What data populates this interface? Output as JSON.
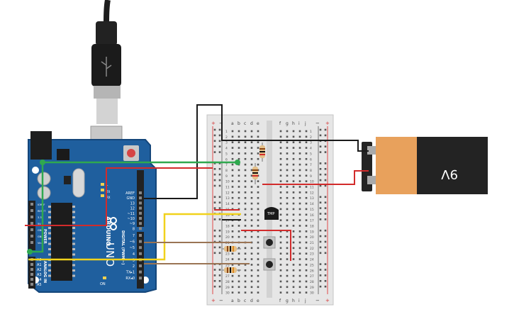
{
  "arduino": {
    "brand": "ARDUINO",
    "model": "UNO",
    "on_label": "ON",
    "tx_label": "TX",
    "rx_label": "RX",
    "l_label": "L",
    "power_label": "POWER",
    "analog_label": "ANALOG IN",
    "digital_label": "DIGITAL (PWM ~)",
    "digital_pins": [
      "AREF",
      "GND",
      "13",
      "12",
      "~11",
      "~10",
      "~9",
      "8",
      "7",
      "~6",
      "~5",
      "4",
      "~3",
      "2",
      "TX▸1",
      "RX◂0"
    ],
    "power_pins": [
      "IOREF",
      "RESET",
      "3.3V",
      "5V",
      "GND",
      "GND",
      "Vin"
    ],
    "analog_pins": [
      "A0",
      "A1",
      "A2",
      "A3",
      "A4",
      "A5"
    ]
  },
  "breadboard": {
    "column_letters_left": [
      "a",
      "b",
      "c",
      "d",
      "e"
    ],
    "column_letters_right": [
      "f",
      "g",
      "h",
      "i",
      "j"
    ],
    "row_numbers": [
      "1",
      "2",
      "3",
      "4",
      "5",
      "6",
      "7",
      "8",
      "9",
      "10",
      "11",
      "12",
      "13",
      "14",
      "15",
      "16",
      "17",
      "18",
      "19",
      "20",
      "21",
      "22",
      "23",
      "24",
      "25",
      "26",
      "27",
      "28",
      "29",
      "30"
    ],
    "plus_label": "+",
    "minus_label": "−"
  },
  "battery": {
    "label": "9V"
  },
  "temp_sensor": {
    "label": "TMP"
  },
  "colors": {
    "board_blue": "#1f5f9e",
    "wire_green": "#2fa84f",
    "wire_red": "#d22b2b",
    "wire_black": "#1a1a1a",
    "wire_yellow": "#f1d21c",
    "wire_brown": "#9a7454",
    "battery_orange": "#e8a15c",
    "battery_black": "#232323"
  }
}
